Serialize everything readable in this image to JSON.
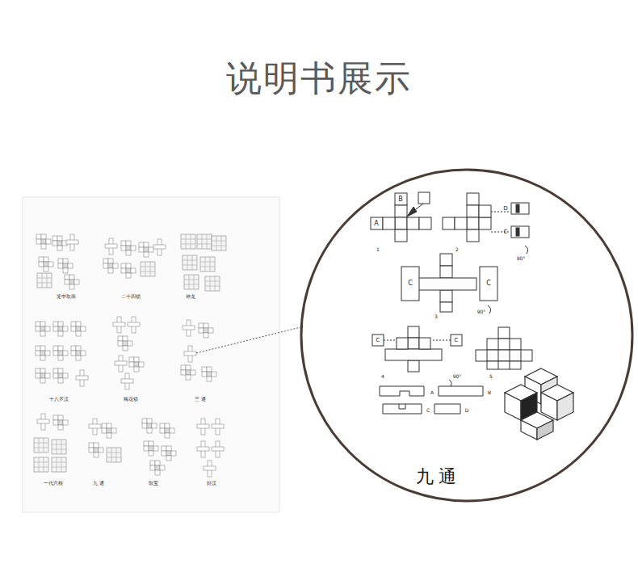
{
  "diagram": {
    "title": "说明书展示",
    "labels": [
      "笼中取珠",
      "二十四锁",
      "神龙",
      "十八罗汉",
      "梅花锁",
      "三 通",
      "一代六根",
      "九 通",
      "取宝",
      "好汉",
      "B",
      "A",
      "1",
      "2",
      "D",
      "C",
      "90°",
      "C",
      "C",
      "3",
      "90°",
      "C",
      "C",
      "4",
      "5",
      "90°",
      "A",
      "B",
      "C",
      "D",
      "九 通"
    ]
  }
}
